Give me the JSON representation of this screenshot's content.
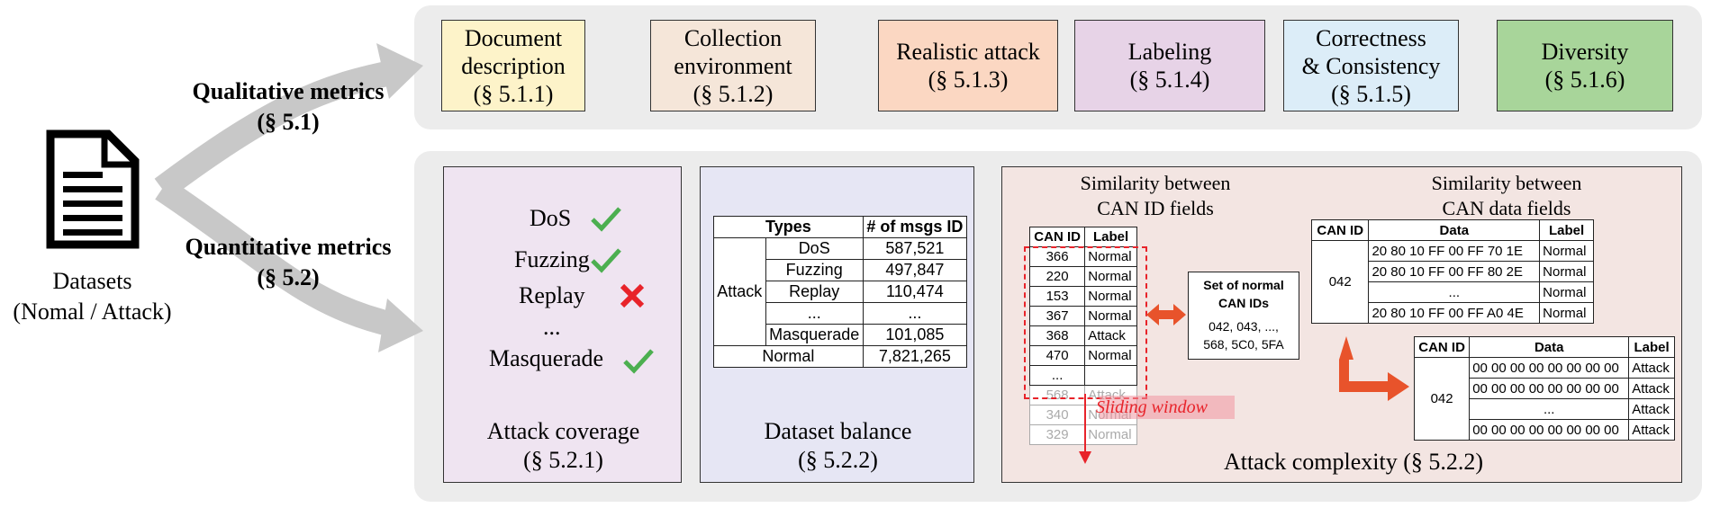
{
  "datasets": {
    "line1": "Datasets",
    "line2": "(Nomal / Attack)"
  },
  "qualitative": {
    "line1": "Qualitative metrics",
    "line2": "(§ 5.1)"
  },
  "quantitative": {
    "line1": "Quantitative metrics",
    "line2": "(§ 5.2)"
  },
  "qual_boxes": [
    {
      "line1": "Document",
      "line2": "description",
      "line3": "(§ 5.1.1)",
      "color": "#fdf3c9"
    },
    {
      "line1": "Collection",
      "line2": "environment",
      "line3": "(§ 5.1.2)",
      "color": "#f5e6d9"
    },
    {
      "line1": "Realistic attack",
      "line2": "(§ 5.1.3)",
      "color": "#fbd7c2"
    },
    {
      "line1": "Labeling",
      "line2": "(§ 5.1.4)",
      "color": "#e7d3e7"
    },
    {
      "line1": "Correctness",
      "line2": "& Consistency",
      "line3": "(§ 5.1.5)",
      "color": "#dcedf8"
    },
    {
      "line1": "Diversity",
      "line2": "(§ 5.1.6)",
      "color": "#a8d59a"
    }
  ],
  "attack_coverage": {
    "items": [
      "DoS",
      "Fuzzing",
      "Replay",
      "...",
      "Masquerade"
    ],
    "marks": [
      "check",
      "check",
      "cross",
      "none",
      "check"
    ],
    "title": "Attack coverage",
    "section": "(§ 5.2.1)"
  },
  "dataset_balance": {
    "headers": [
      "Types",
      "# of msgs ID"
    ],
    "group_label": "Attack",
    "rows": [
      {
        "type": "DoS",
        "count": "587,521"
      },
      {
        "type": "Fuzzing",
        "count": "497,847"
      },
      {
        "type": "Replay",
        "count": "110,474"
      },
      {
        "type": "...",
        "count": "..."
      },
      {
        "type": "Masquerade",
        "count": "101,085"
      }
    ],
    "normal": {
      "type": "Normal",
      "count": "7,821,265"
    },
    "title": "Dataset balance",
    "section": "(§ 5.2.2)"
  },
  "attack_complexity": {
    "sim_id": {
      "line1": "Similarity  between",
      "line2": "CAN ID fields"
    },
    "sim_data": {
      "line1": "Similarity  between",
      "line2": "CAN data fields"
    },
    "canid_table": {
      "headers": [
        "CAN ID",
        "Label"
      ],
      "rows": [
        [
          "366",
          "Normal"
        ],
        [
          "220",
          "Normal"
        ],
        [
          "153",
          "Normal"
        ],
        [
          "367",
          "Normal"
        ],
        [
          "368",
          "Attack"
        ],
        [
          "470",
          "Normal"
        ],
        [
          "...",
          ""
        ]
      ],
      "faded_rows": [
        [
          "568",
          "Attack"
        ],
        [
          "340",
          "Normal"
        ],
        [
          "329",
          "Normal"
        ]
      ]
    },
    "sliding_window": "Sliding window",
    "normal_set": {
      "title1": "Set of normal",
      "title2": "CAN IDs",
      "ids1": "042, 043, ...,",
      "ids2": "568, 5C0, 5FA"
    },
    "data_table1": {
      "headers": [
        "CAN ID",
        "Data",
        "Label"
      ],
      "id": "042",
      "rows": [
        [
          "20 80 10 FF 00 FF 70 1E",
          "Normal"
        ],
        [
          "20 80 10 FF 00 FF 80 2E",
          "Normal"
        ],
        [
          "...",
          "Normal"
        ],
        [
          "20 80 10 FF 00 FF A0 4E",
          "Normal"
        ]
      ]
    },
    "data_table2": {
      "headers": [
        "CAN ID",
        "Data",
        "Label"
      ],
      "id": "042",
      "rows": [
        [
          "00 00 00 00 00 00 00 00",
          "Attack"
        ],
        [
          "00 00 00 00 00 00 00 00",
          "Attack"
        ],
        [
          "...",
          "Attack"
        ],
        [
          "00 00 00 00 00 00 00 00",
          "Attack"
        ]
      ]
    },
    "title": "Attack complexity (§ 5.2.2)"
  },
  "colors": {
    "coverage_bg": "#efe4f1",
    "balance_bg": "#e6e6f4",
    "complexity_bg": "#f3e5e2",
    "check": "#4caf50",
    "cross": "#e8232a",
    "arrow_orange": "#e8532b",
    "window_red": "#e8232a"
  }
}
